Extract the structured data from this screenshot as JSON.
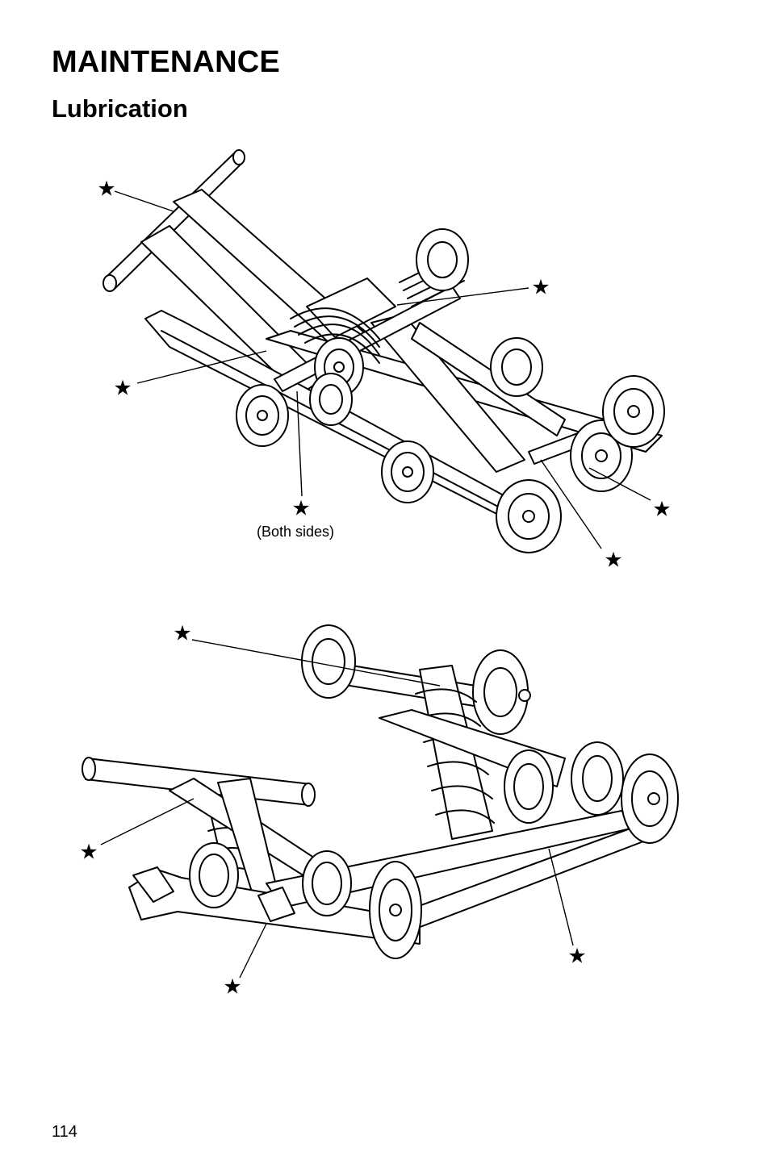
{
  "header": {
    "section_title": "MAINTENANCE",
    "subsection_title": "Lubrication"
  },
  "figures": {
    "top": {
      "marker_glyph": "★",
      "note": "(Both sides)"
    },
    "bottom": {
      "marker_glyph": "★"
    }
  },
  "footer": {
    "page_number": "114"
  }
}
